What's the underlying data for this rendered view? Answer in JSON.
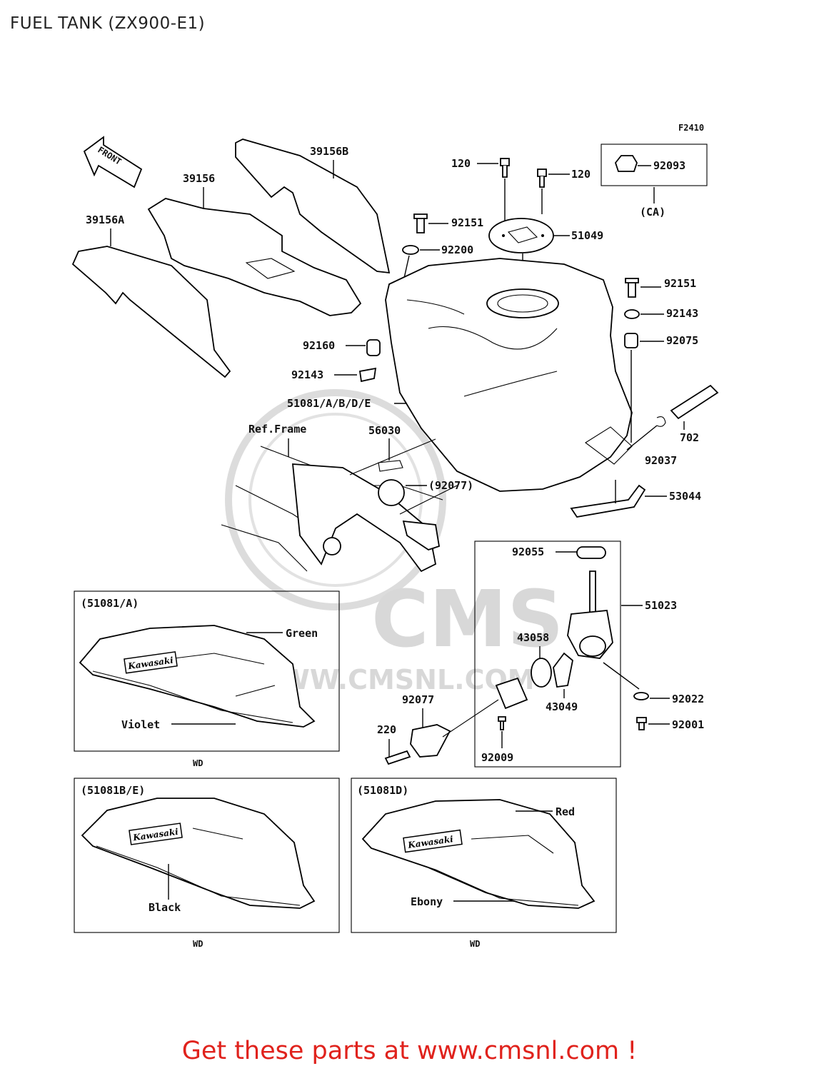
{
  "title": "FUEL TANK (ZX900-E1)",
  "figure_code": "F2410",
  "front_label": "FRONT",
  "parts": {
    "p39156B": "39156B",
    "p39156": "39156",
    "p39156A": "39156A",
    "p120a": "120",
    "p120b": "120",
    "p92093": "92093",
    "pCA": "(CA)",
    "p92151a": "92151",
    "p51049": "51049",
    "p92200": "92200",
    "p92151b": "92151",
    "p92143a": "92143",
    "p92160": "92160",
    "p92075": "92075",
    "p92143b": "92143",
    "p51081": "51081/A/B/D/E",
    "pRefFrame": "Ref.Frame",
    "p56030": "56030",
    "p702": "702",
    "p92037": "92037",
    "p92077a": "(92077)",
    "p53044": "53044",
    "p92055": "92055",
    "p51023": "51023",
    "p43058": "43058",
    "p92022": "92022",
    "p43049": "43049",
    "p92077b": "92077",
    "p92001": "92001",
    "p220": "220",
    "p92009": "92009"
  },
  "insets": [
    {
      "heading": "(51081/A)",
      "labels": [
        "Green",
        "Violet"
      ],
      "footer": "WD"
    },
    {
      "heading": "(51081B/E)",
      "labels": [
        "Black"
      ],
      "footer": "WD"
    },
    {
      "heading": "(51081D)",
      "labels": [
        "Red",
        "Ebony"
      ],
      "footer": "WD"
    }
  ],
  "logo_text": "Kawasaki",
  "watermark": {
    "brand": "CMS",
    "url": "WWW.CMSNL.COM"
  },
  "footer_text": "Get these parts at www.cmsnl.com !",
  "colors": {
    "footer": "#e0221c",
    "watermark": "#d8d8d8"
  }
}
